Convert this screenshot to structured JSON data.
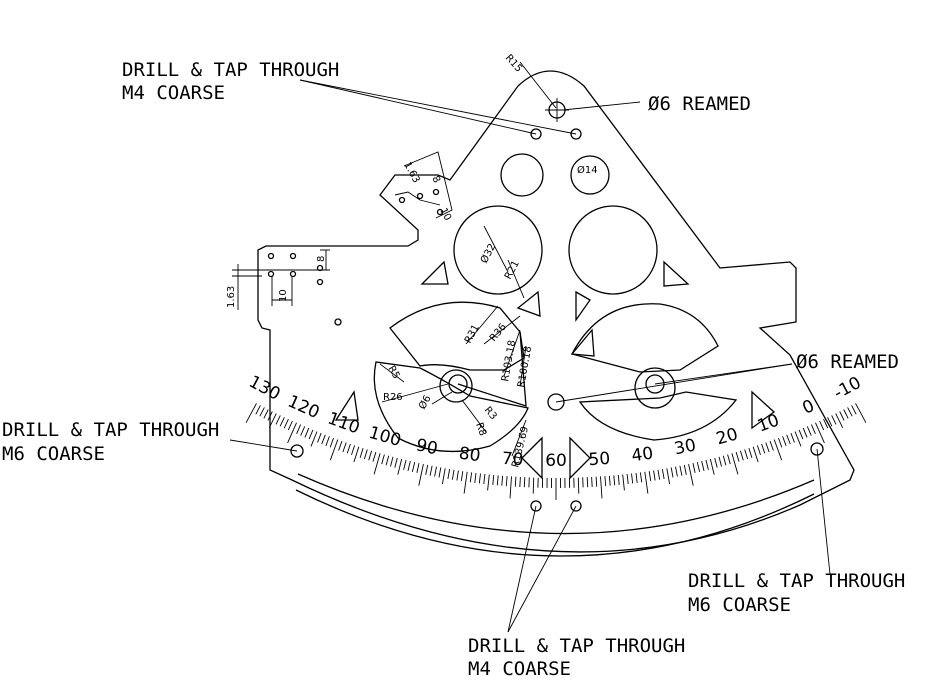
{
  "notes": {
    "top_left_line1": "DRILL & TAP THROUGH",
    "top_left_line2": "M4 COARSE",
    "reamed_top": "Ø6 REAMED",
    "reamed_right": "Ø6 REAMED",
    "left_line1": "DRILL & TAP THROUGH",
    "left_line2": "M6 COARSE",
    "bottom_right_line1": "DRILL & TAP THROUGH",
    "bottom_right_line2": "M6 COARSE",
    "bottom_line1": "DRILL & TAP THROUGH",
    "bottom_line2": "M4 COARSE"
  },
  "dimensions": {
    "r15": "R15",
    "d14": "Ø14",
    "d32": "Ø32",
    "r21": "R21",
    "r31": "R31",
    "r36": "R36",
    "r103_18": "R103.18",
    "r100_18": "R100.18",
    "r5": "R5",
    "r26": "R26",
    "d6": "Ø6",
    "r3": "R3",
    "r8": "R8",
    "r139_69": "R139.69",
    "d163_a": "1.63",
    "d163_b": "1.63",
    "d8_a": "8",
    "d8_b": "8",
    "d10_a": "10",
    "d10_b": "10"
  },
  "scale_labels": [
    "130",
    "120",
    "110",
    "100",
    "90",
    "80",
    "70",
    "60",
    "50",
    "40",
    "30",
    "20",
    "10",
    "0",
    "-10"
  ]
}
